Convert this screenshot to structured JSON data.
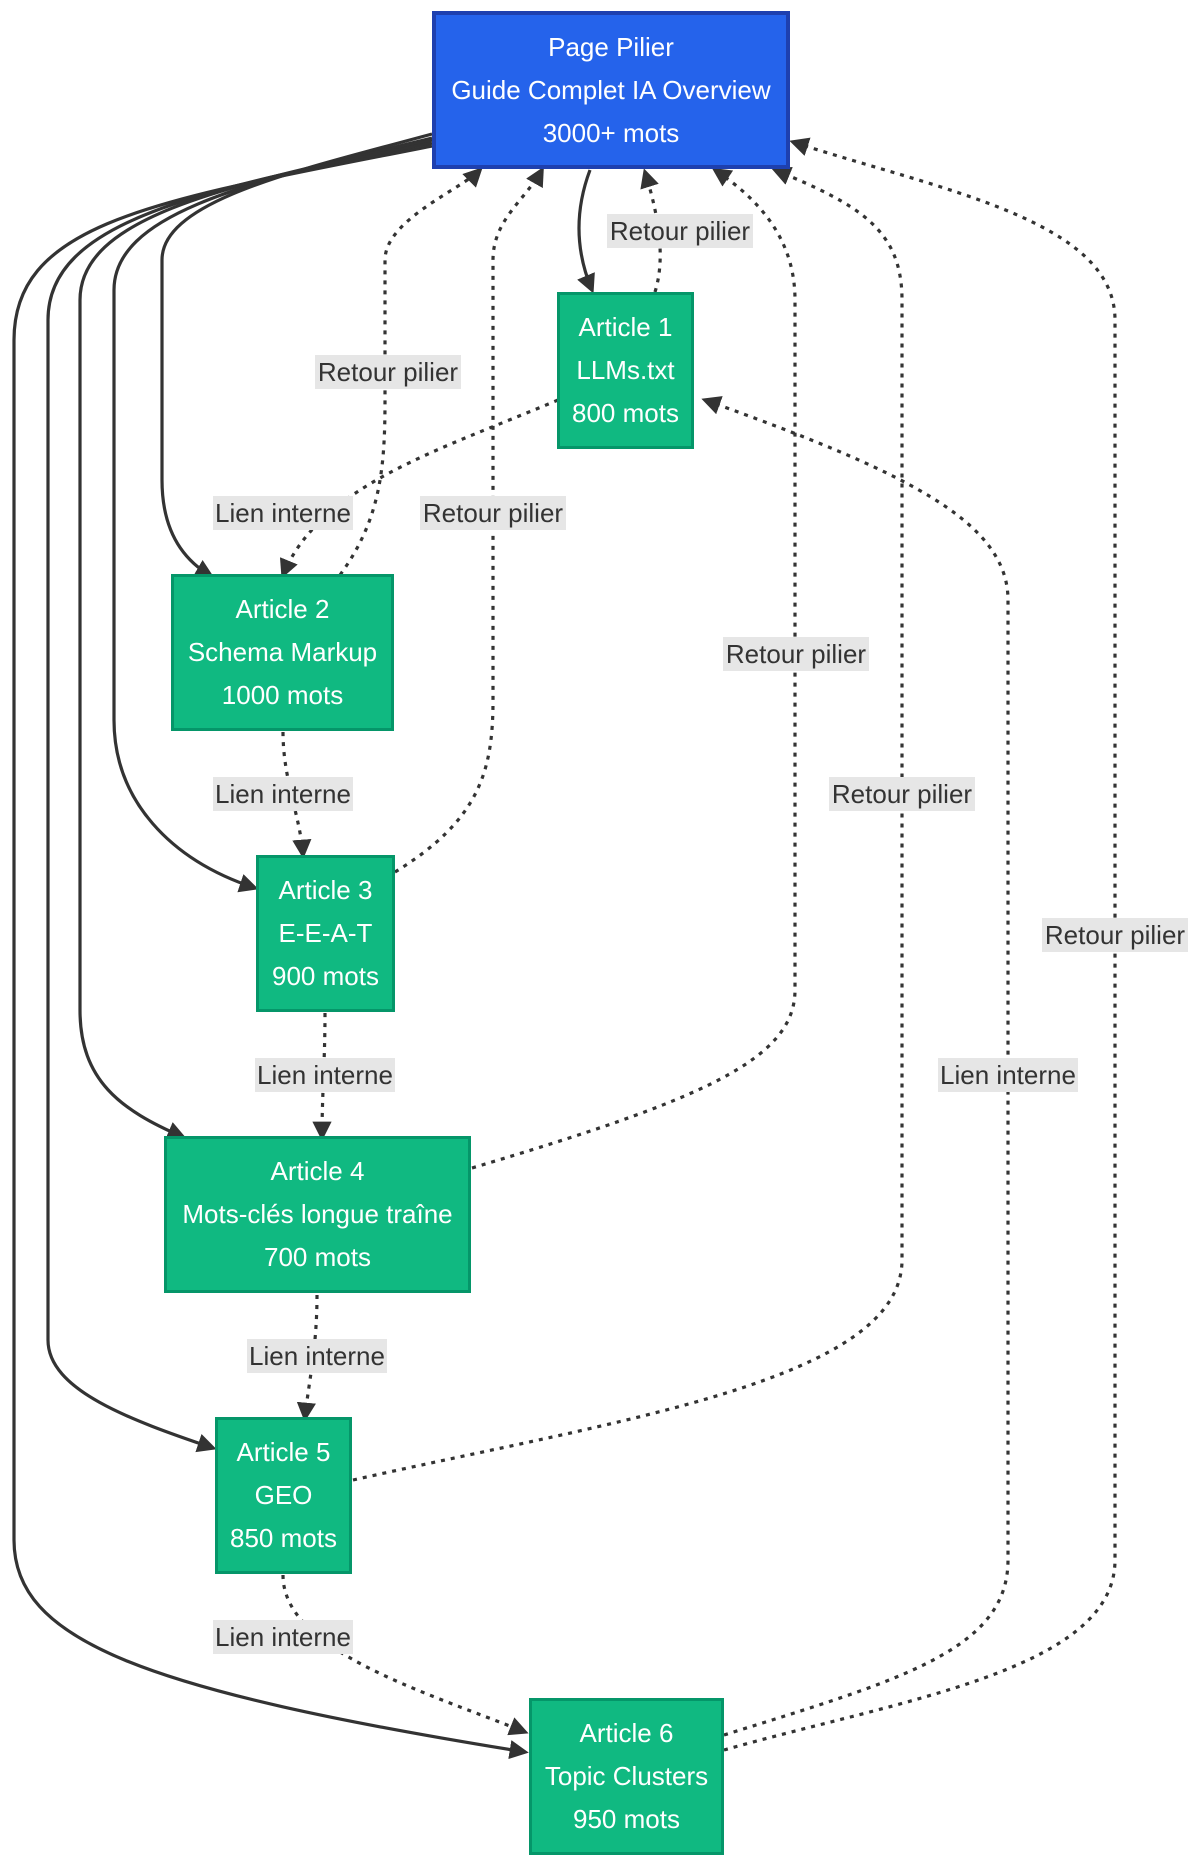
{
  "colors": {
    "pillar_fill": "#2563eb",
    "pillar_border": "#1e40af",
    "article_fill": "#10b981",
    "article_border": "#059669",
    "edge": "#333333",
    "label_bg": "#e6e6e6"
  },
  "nodes": {
    "pillar": {
      "line1": "Page Pilier",
      "line2": "Guide Complet IA Overview",
      "line3": "3000+ mots"
    },
    "a1": {
      "line1": "Article 1",
      "line2": "LLMs.txt",
      "line3": "800 mots"
    },
    "a2": {
      "line1": "Article 2",
      "line2": "Schema Markup",
      "line3": "1000 mots"
    },
    "a3": {
      "line1": "Article 3",
      "line2": "E-E-A-T",
      "line3": "900 mots"
    },
    "a4": {
      "line1": "Article 4",
      "line2": "Mots-clés longue traîne",
      "line3": "700 mots"
    },
    "a5": {
      "line1": "Article 5",
      "line2": "GEO",
      "line3": "850 mots"
    },
    "a6": {
      "line1": "Article 6",
      "line2": "Topic Clusters",
      "line3": "950 mots"
    }
  },
  "edge_labels": {
    "retour_a1": "Retour pilier",
    "retour_a2": "Retour pilier",
    "retour_a3": "Retour pilier",
    "retour_a4": "Retour pilier",
    "retour_a5": "Retour pilier",
    "retour_a6": "Retour pilier",
    "lien_1_2": "Lien interne",
    "lien_2_3": "Lien interne",
    "lien_3_4": "Lien interne",
    "lien_4_5": "Lien interne",
    "lien_5_6": "Lien interne",
    "lien_6_1": "Lien interne"
  }
}
